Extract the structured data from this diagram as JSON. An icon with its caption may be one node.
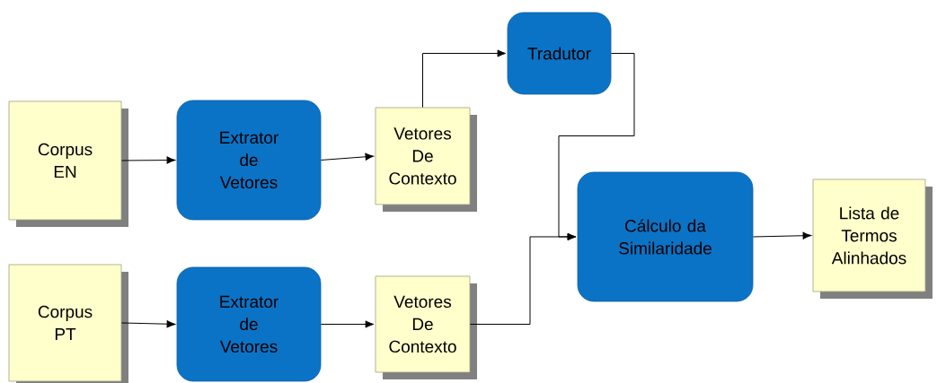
{
  "diagram": {
    "nodes": [
      {
        "text": [
          "Corpus EN"
        ]
      },
      {
        "text": [
          "Extrator de Vetores"
        ]
      },
      {
        "text": [
          "Vetores De Contexto"
        ]
      },
      {
        "text": [
          "Tradutor"
        ]
      },
      {
        "text": [
          "Corpus PT"
        ]
      },
      {
        "text": [
          "Extrator de Vetores"
        ]
      },
      {
        "text": [
          "Vetores De Contexto"
        ]
      },
      {
        "text": [
          "Cálculo da Similaridade"
        ]
      },
      {
        "text": [
          "Lista de Termos Alinhados"
        ]
      }
    ],
    "edges": [
      {
        "from": 0,
        "to": 1,
        "arrow": "to"
      },
      {
        "from": 1,
        "to": 2,
        "arrow": "to"
      },
      {
        "from": 2,
        "to": 3,
        "arrow": "to"
      },
      {
        "from": 3,
        "to": 7,
        "arrow": "to"
      },
      {
        "from": 4,
        "to": 5,
        "arrow": "to"
      },
      {
        "from": 5,
        "to": 6,
        "arrow": "to"
      },
      {
        "from": 6,
        "to": 7,
        "arrow": "to"
      },
      {
        "from": 7,
        "to": 8,
        "arrow": "to"
      }
    ]
  }
}
